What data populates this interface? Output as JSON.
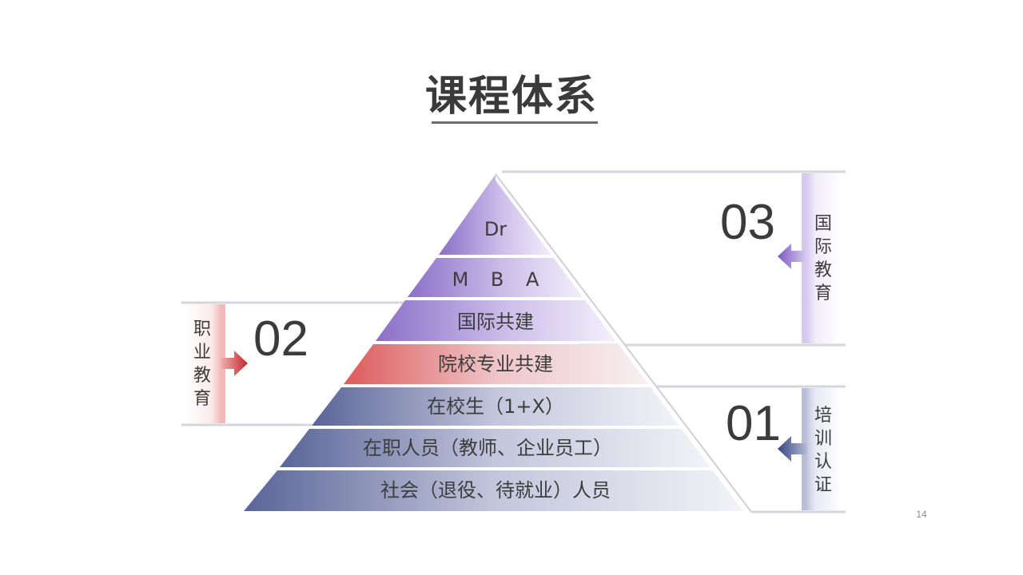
{
  "title": "课程体系",
  "tiers": [
    {
      "id": "dr",
      "label": "Dr"
    },
    {
      "id": "mba",
      "label": "M B A"
    },
    {
      "id": "intl-build",
      "label": "国际共建"
    },
    {
      "id": "school-build",
      "label": "院校专业共建"
    },
    {
      "id": "students",
      "label": "在校生（1+X）"
    },
    {
      "id": "employees",
      "label": "在职人员（教师、企业员工）"
    },
    {
      "id": "social",
      "label": "社会（退役、待就业）人员"
    }
  ],
  "categories": {
    "international": {
      "number": "03",
      "chars": [
        "国",
        "际",
        "教",
        "育"
      ]
    },
    "vocational": {
      "number": "02",
      "chars": [
        "职",
        "业",
        "教",
        "育"
      ]
    },
    "training": {
      "number": "01",
      "chars": [
        "培",
        "训",
        "认",
        "证"
      ]
    }
  },
  "colors": {
    "purple": "#8f74c9",
    "red": "#e06a6a",
    "navy": "#5e6a9e"
  },
  "page_number": "14"
}
